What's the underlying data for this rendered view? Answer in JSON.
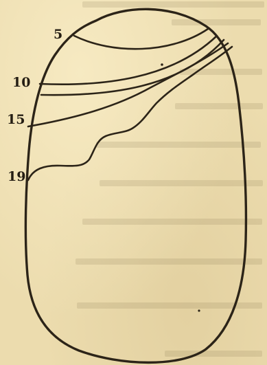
{
  "figure": {
    "labels": [
      {
        "id": "stage-5",
        "text": "5"
      },
      {
        "id": "stage-10",
        "text": "10"
      },
      {
        "id": "stage-15",
        "text": "15"
      },
      {
        "id": "stage-19",
        "text": "19"
      }
    ],
    "colors": {
      "paper": "#ecdcae",
      "ink": "#2c2418"
    }
  }
}
